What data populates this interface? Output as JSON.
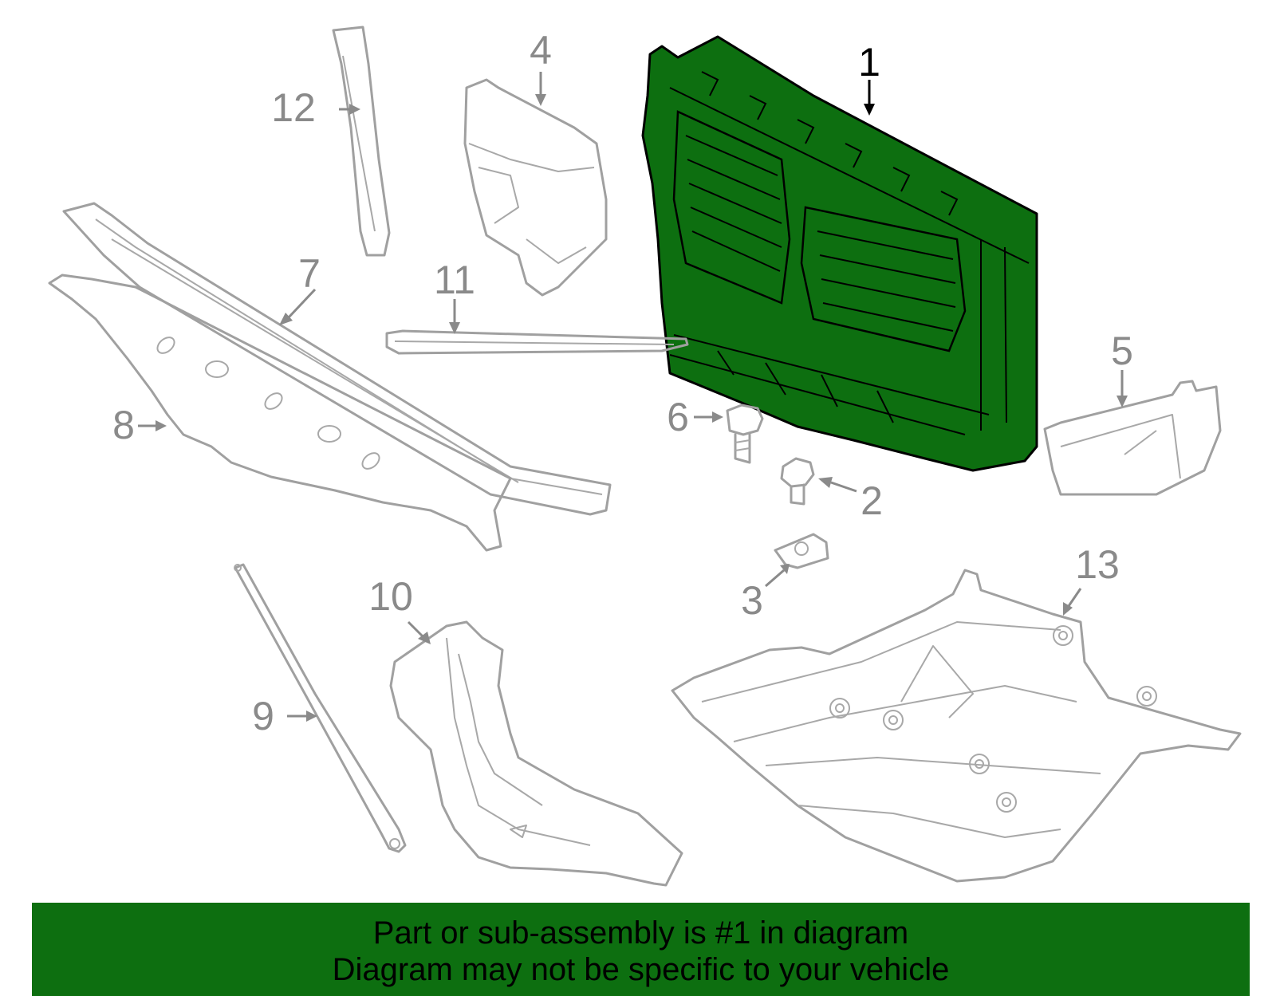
{
  "colors": {
    "highlight_fill": "#0d6f10",
    "part_stroke": "#a0a0a0",
    "callout_text": "#8a8a8a",
    "highlight_callout": "#000000",
    "banner_bg": "#0d6f10",
    "banner_text": "#000000"
  },
  "callouts": {
    "c1": "1",
    "c2": "2",
    "c3": "3",
    "c4": "4",
    "c5": "5",
    "c6": "6",
    "c7": "7",
    "c8": "8",
    "c9": "9",
    "c10": "10",
    "c11": "11",
    "c12": "12",
    "c13": "13"
  },
  "highlighted_part": "1",
  "banner": {
    "line1": "Part or sub-assembly is #1 in diagram",
    "line2": "Diagram may not be specific to your vehicle"
  }
}
